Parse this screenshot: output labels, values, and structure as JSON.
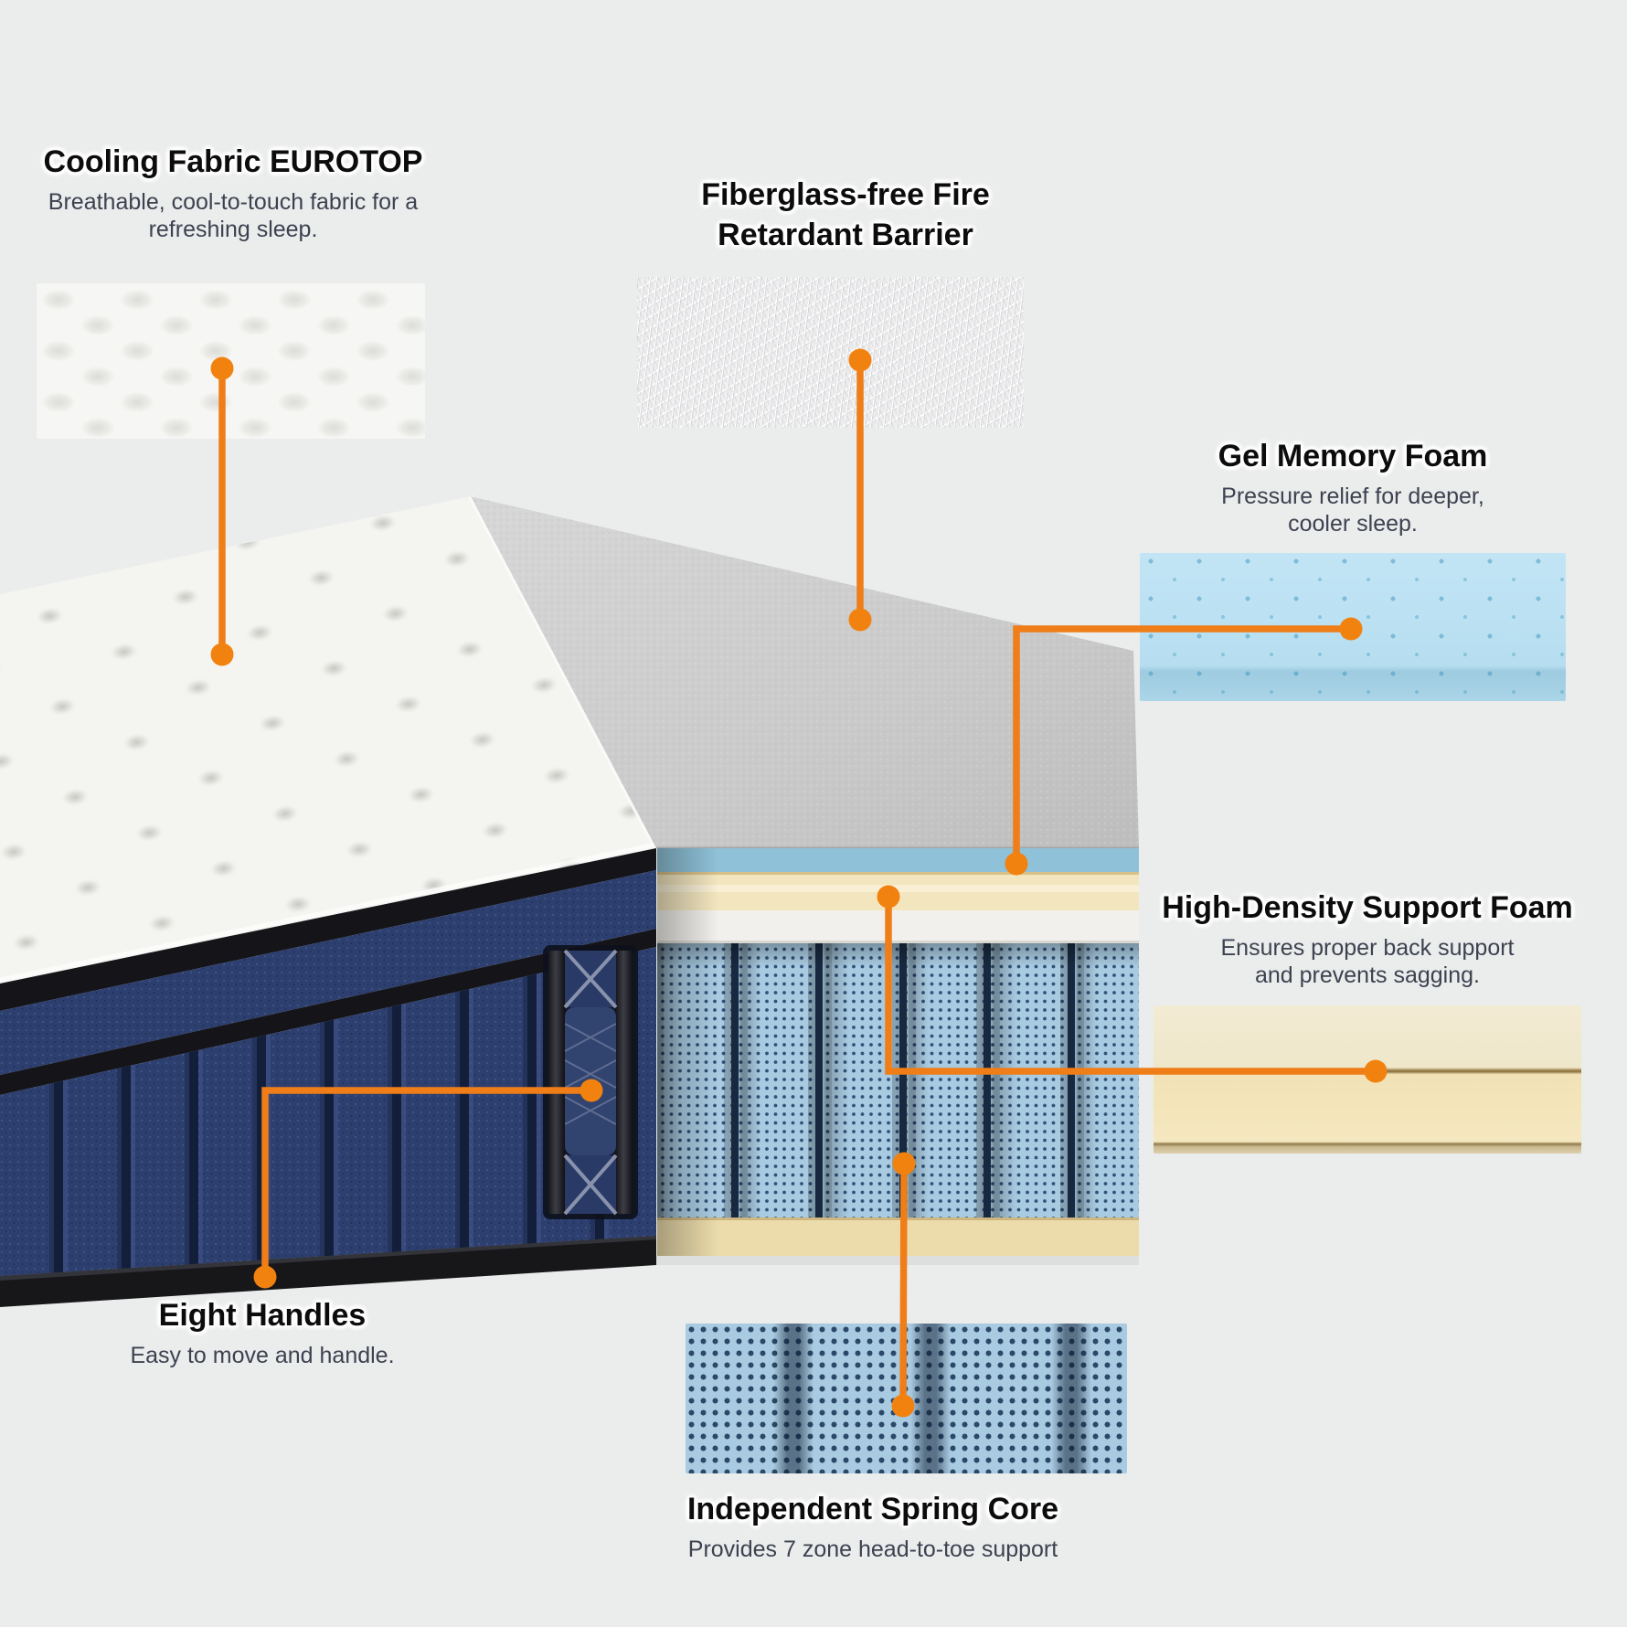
{
  "page": {
    "background_color": "#ebecec",
    "accent_color": "#ef7d18",
    "title_color": "#0c0c0d",
    "subtitle_color": "#3d4250"
  },
  "annotations": {
    "eurotop": {
      "title": "Cooling Fabric EUROTOP",
      "desc1": "Breathable, cool-to-touch fabric for a",
      "desc2": "refreshing sleep."
    },
    "fire": {
      "title1": "Fiberglass-free Fire",
      "title2": "Retardant Barrier"
    },
    "gel": {
      "title": "Gel Memory Foam",
      "desc1": "Pressure relief for deeper,",
      "desc2": "cooler sleep."
    },
    "support": {
      "title": "High-Density Support Foam",
      "desc1": "Ensures proper back support",
      "desc2": "and prevents sagging."
    },
    "handles": {
      "title": "Eight Handles",
      "desc1": "Easy to move and handle."
    },
    "springs": {
      "title": "Independent Spring Core",
      "desc1": "Provides 7 zone head-to-toe support"
    }
  },
  "materials": {
    "eurotop_fabric_color": "#f6f6f4",
    "fire_barrier_color": "#ededee",
    "gel_foam_color": "#b6def0",
    "support_foam_color": "#f2e2b6",
    "spring_fabric_color": "#a9cbe1",
    "side_panel_color": "#2d3f6f",
    "felt_top_color": "#cbcbcb"
  }
}
